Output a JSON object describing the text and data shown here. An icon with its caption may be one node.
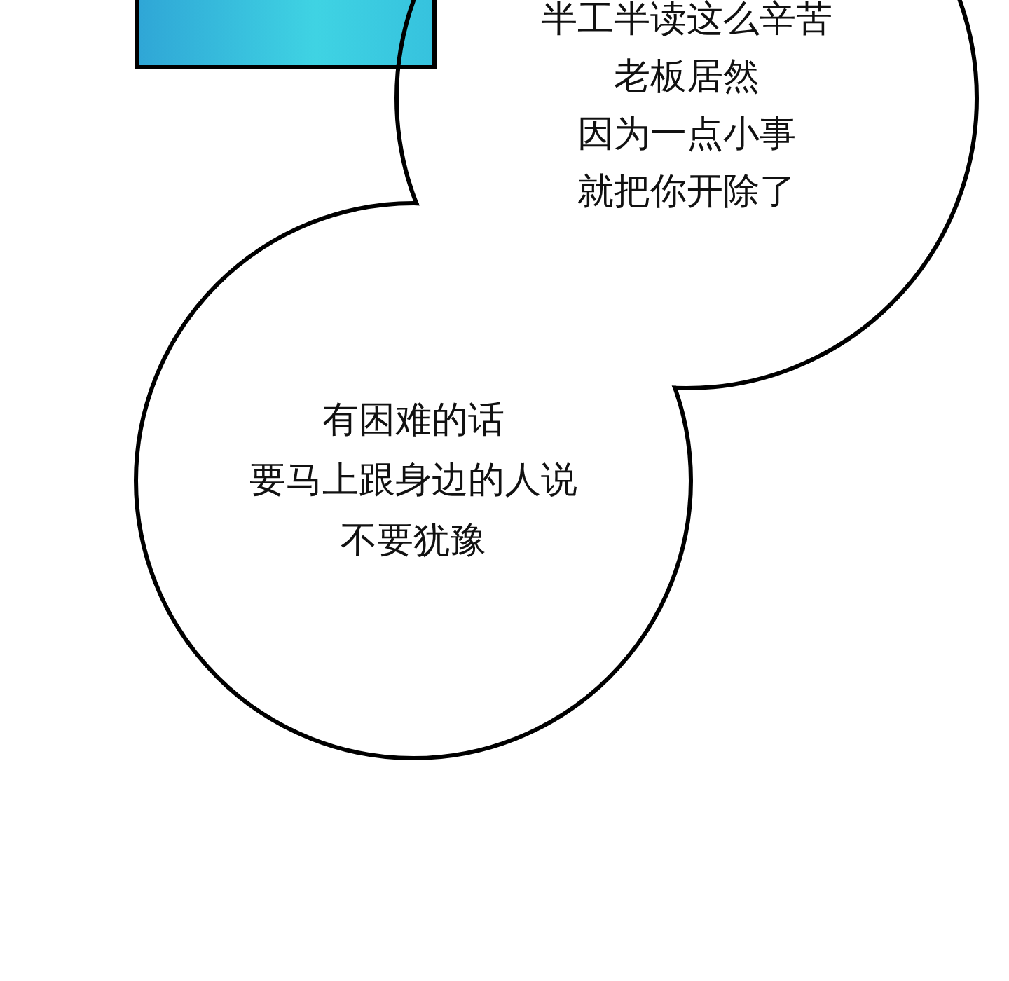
{
  "diagram": {
    "nodes": [
      {
        "text": [
          "半工半读这么辛苦",
          "老板居然",
          "因为一点小事",
          "就把你开除了"
        ]
      },
      {
        "text": [
          "有困难的话",
          "要马上跟身边的人说",
          "不要犹豫"
        ]
      }
    ]
  }
}
